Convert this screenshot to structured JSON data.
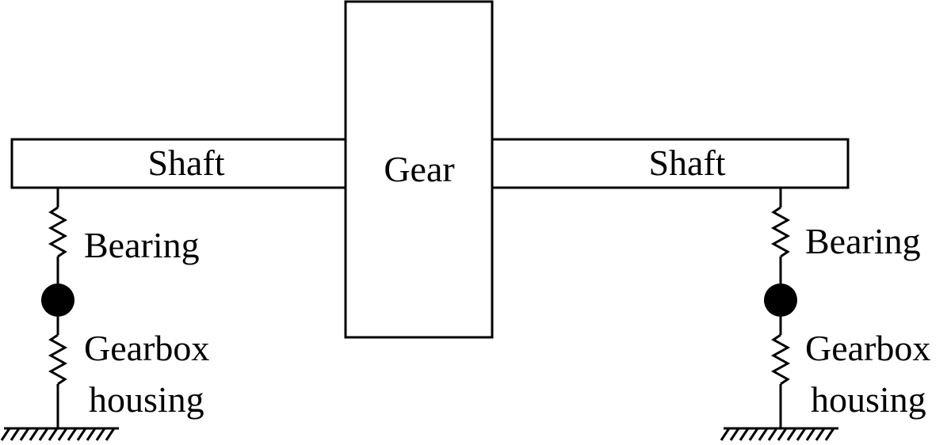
{
  "labels": {
    "shaft_left": "Shaft",
    "shaft_right": "Shaft",
    "gear": "Gear",
    "bearing_left": "Bearing",
    "bearing_right": "Bearing",
    "housing_left_line1": "Gearbox",
    "housing_left_line2": "housing",
    "housing_right_line1": "Gearbox",
    "housing_right_line2": "housing"
  }
}
